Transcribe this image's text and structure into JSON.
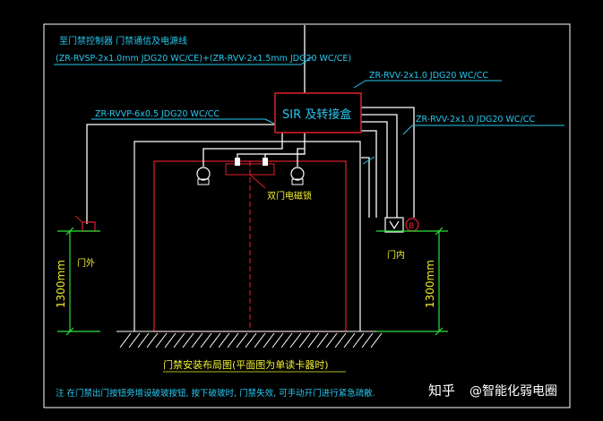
{
  "colors": {
    "background": "#000000",
    "frame": "#ffffff",
    "wire": "#ffffff",
    "cable_label": "#28c8f0",
    "door": "#e0202c",
    "dimension": "#2ee03a",
    "title": "#f0ef30"
  },
  "labels": {
    "controller_line1": "至门禁控制器  门禁通信及电源线",
    "controller_line2": "(ZR-RVSP-2x1.0mm JDG20 WC/CE)+(ZR-RVV-2x1.5mm JDG20 WC/CE)",
    "cable_rvvp": "ZR-RVVP-6x0.5 JDG20 WC/CC",
    "cable_rvv_top": "ZR-RVV-2x1.0 JDG20 WC/CC",
    "cable_rvv_right": "ZR-RVV-2x1.0 JDG20 WC/CC",
    "junction_box": "SIR 及转接盒",
    "double_lock": "双门电磁锁",
    "outside": "门外",
    "inside": "门内",
    "height_left": "1300mm",
    "height_right": "1300mm",
    "title": "门禁安装布局图(平面图为单读卡器时)",
    "note": "注  在门禁出门按钮旁增设破玻按钮, 按下破玻时, 门禁失效, 可手动开门进行紧急疏散."
  },
  "icons": {
    "reader": "card-reader-icon",
    "sensor": "door-sensor-icon",
    "exit_button": "exit-button-icon",
    "break_glass": "break-glass-icon"
  },
  "watermark": {
    "site": "知乎",
    "author": "@智能化弱电圈"
  }
}
